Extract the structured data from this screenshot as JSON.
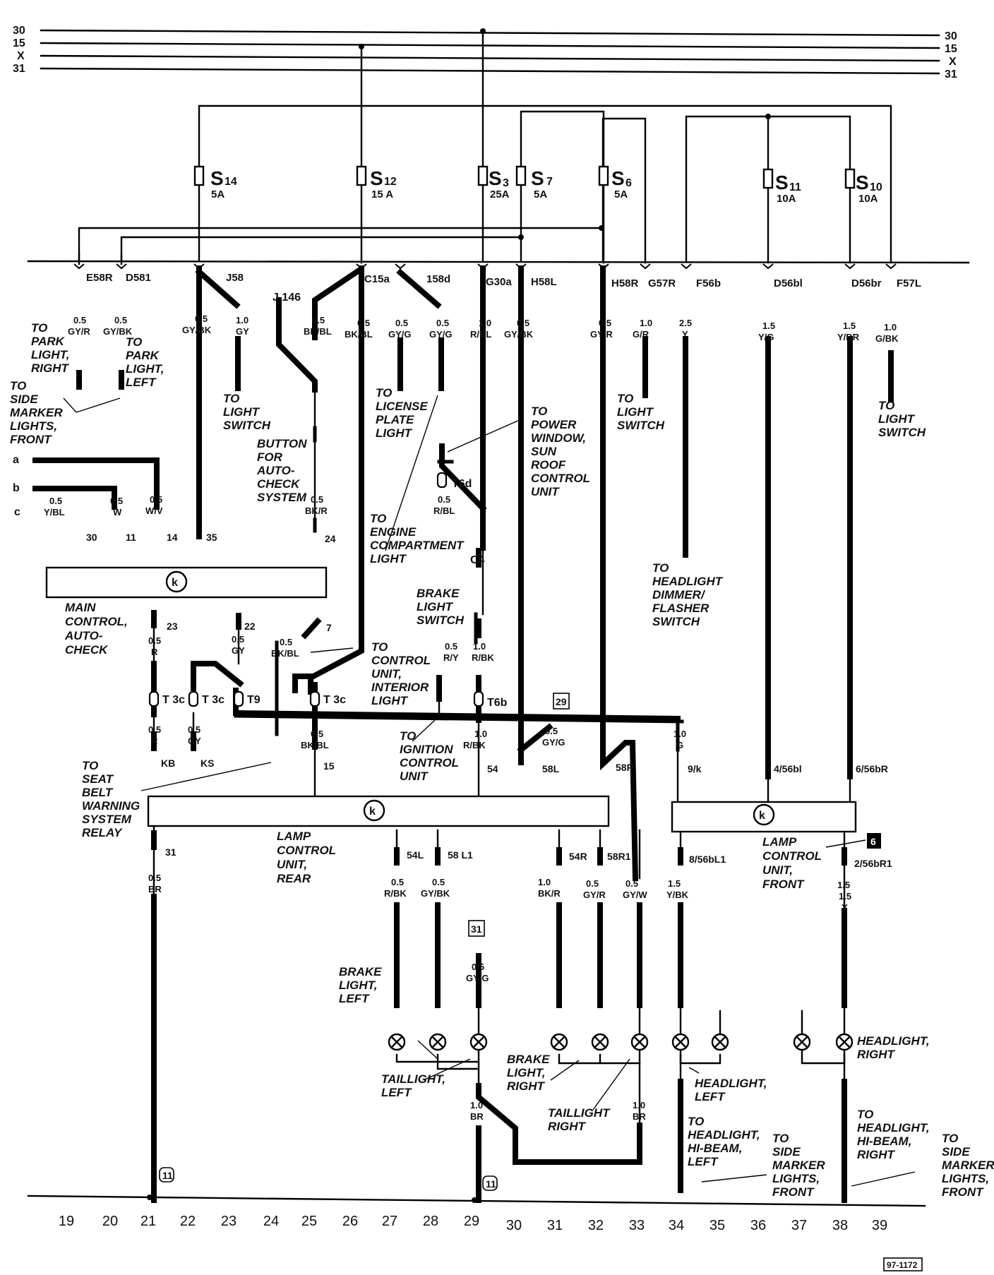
{
  "bus_rails": [
    {
      "id": "30",
      "left": "30",
      "right": "30"
    },
    {
      "id": "15",
      "left": "15",
      "right": "15"
    },
    {
      "id": "X",
      "left": "X",
      "right": "X"
    },
    {
      "id": "31",
      "left": "31",
      "right": "31"
    }
  ],
  "fuses": [
    {
      "name": "S",
      "num": "14",
      "amp": "5A"
    },
    {
      "name": "S",
      "num": "12",
      "amp": "15 A"
    },
    {
      "name": "S",
      "num": "3",
      "amp": "25A"
    },
    {
      "name": "S",
      "num": "7",
      "amp": "5A"
    },
    {
      "name": "S",
      "num": "6",
      "amp": "5A"
    },
    {
      "name": "S",
      "num": "11",
      "amp": "10A"
    },
    {
      "name": "S",
      "num": "10",
      "amp": "10A"
    }
  ],
  "connector_codes": [
    "E58R",
    "D581",
    "J58",
    "C15a",
    "158d",
    "G30a",
    "H58L",
    "H58R",
    "G57R",
    "F56b",
    "D56bl",
    "D56br",
    "F57L"
  ],
  "wire_specs": [
    {
      "gauge": "0.5",
      "color": "GY/R"
    },
    {
      "gauge": "0.5",
      "color": "GY/BK"
    },
    {
      "gauge": "0.5",
      "color": "GY/BK"
    },
    {
      "gauge": "1.0",
      "color": "GY"
    },
    {
      "gauge": "0.5",
      "color": "BK/BL"
    },
    {
      "gauge": "0.5",
      "color": "BK/BL"
    },
    {
      "gauge": "0.5",
      "color": "GY/G"
    },
    {
      "gauge": "0.5",
      "color": "GY/G"
    },
    {
      "gauge": "1.0",
      "color": "R/BL"
    },
    {
      "gauge": "0.5",
      "color": "GY/BK"
    },
    {
      "gauge": "0.5",
      "color": "GY/R"
    },
    {
      "gauge": "1.0",
      "color": "G/R"
    },
    {
      "gauge": "2.5",
      "color": "Y"
    },
    {
      "gauge": "1.5",
      "color": "Y/G"
    },
    {
      "gauge": "1.5",
      "color": "Y/BR"
    },
    {
      "gauge": "1.0",
      "color": "G/BK"
    },
    {
      "gauge": "0.5",
      "color": "Y/BL"
    },
    {
      "gauge": "0.5",
      "color": "W"
    },
    {
      "gauge": "0.5",
      "color": "W/V"
    },
    {
      "gauge": "0.5",
      "color": "BK/R"
    },
    {
      "gauge": "0.5",
      "color": "R/BL"
    },
    {
      "gauge": "0.5",
      "color": "R"
    },
    {
      "gauge": "0.5",
      "color": "GY"
    },
    {
      "gauge": "0.5",
      "color": "BK/BL"
    },
    {
      "gauge": "0.5",
      "color": "R/Y"
    },
    {
      "gauge": "1.0",
      "color": "R/BK"
    },
    {
      "gauge": "0.5",
      "color": "R"
    },
    {
      "gauge": "0.5",
      "color": "GY"
    },
    {
      "gauge": "0.5",
      "color": "BK/BL"
    },
    {
      "gauge": "1.0",
      "color": "R/BK"
    },
    {
      "gauge": "0.5",
      "color": "GY/G"
    },
    {
      "gauge": "1.0",
      "color": "G"
    },
    {
      "gauge": "0.5",
      "color": "BR"
    },
    {
      "gauge": "0.5",
      "color": "R/BK"
    },
    {
      "gauge": "0.5",
      "color": "GY/BK"
    },
    {
      "gauge": "1.0",
      "color": "BK/R"
    },
    {
      "gauge": "0.5",
      "color": "GY/R"
    },
    {
      "gauge": "0.5",
      "color": "GY/W"
    },
    {
      "gauge": "1.5",
      "color": "Y/BK"
    },
    {
      "gauge": "1.5",
      "color": "Y"
    },
    {
      "gauge": "0.5",
      "color": "GY/G"
    },
    {
      "gauge": "1.0",
      "color": "BR"
    },
    {
      "gauge": "1.0",
      "color": "BR"
    }
  ],
  "pins": [
    "30",
    "11",
    "14",
    "35",
    "24",
    "23",
    "22",
    "7",
    "KB",
    "KS",
    "15",
    "54",
    "58L",
    "58R",
    "9/k",
    "4/56bl",
    "6/56bR",
    "31",
    "54L",
    "58 L1",
    "54R",
    "58R1",
    "8/56bL1",
    "2/56bR1"
  ],
  "input_lines": [
    "a",
    "b",
    "c"
  ],
  "connectors": [
    "T 3c",
    "T 3c",
    "T9",
    "T 3c",
    "T6d",
    "T6b"
  ],
  "components": {
    "j146": "J 146",
    "c4": "C4",
    "main_control": [
      "MAIN",
      "CONTROL,",
      "AUTO-",
      "CHECK"
    ],
    "lamp_rear": [
      "LAMP",
      "CONTROL",
      "UNIT,",
      "REAR"
    ],
    "lamp_front": [
      "LAMP",
      "CONTROL",
      "UNIT,",
      "FRONT"
    ]
  },
  "annotations": [
    [
      "TO",
      "PARK",
      "LIGHT,",
      "RIGHT"
    ],
    [
      "TO",
      "PARK",
      "LIGHT,",
      "LEFT"
    ],
    [
      "TO",
      "SIDE",
      "MARKER",
      "LIGHTS,",
      "FRONT"
    ],
    [
      "TO",
      "LIGHT",
      "SWITCH"
    ],
    [
      "BUTTON",
      "FOR",
      "AUTO-",
      "CHECK",
      "SYSTEM"
    ],
    [
      "TO",
      "LICENSE",
      "PLATE",
      "LIGHT"
    ],
    [
      "TO",
      "POWER",
      "WINDOW,",
      "SUN",
      "ROOF",
      "CONTROL",
      "UNIT"
    ],
    [
      "TO",
      "LIGHT",
      "SWITCH"
    ],
    [
      "TO",
      "LIGHT",
      "SWITCH"
    ],
    [
      "TO",
      "ENGINE",
      "COMPARTMENT",
      "LIGHT"
    ],
    [
      "BRAKE",
      "LIGHT",
      "SWITCH"
    ],
    [
      "TO",
      "HEADLIGHT",
      "DIMMER/",
      "FLASHER",
      "SWITCH"
    ],
    [
      "TO",
      "CONTROL",
      "UNIT,",
      "INTERIOR",
      "LIGHT"
    ],
    [
      "TO",
      "IGNITION",
      "CONTROL",
      "UNIT"
    ],
    [
      "TO",
      "SEAT",
      "BELT",
      "WARNING",
      "SYSTEM",
      "RELAY"
    ],
    [
      "BRAKE",
      "LIGHT,",
      "LEFT"
    ],
    [
      "TAILLIGHT,",
      "LEFT"
    ],
    [
      "BRAKE",
      "LIGHT,",
      "RIGHT"
    ],
    [
      "TAILLIGHT",
      "RIGHT"
    ],
    [
      "HEADLIGHT,",
      "LEFT"
    ],
    [
      "HEADLIGHT,",
      "RIGHT"
    ],
    [
      "TO",
      "HEADLIGHT,",
      "HI-BEAM,",
      "LEFT"
    ],
    [
      "TO",
      "SIDE",
      "MARKER",
      "LIGHTS,",
      "FRONT"
    ],
    [
      "TO",
      "HEADLIGHT,",
      "HI-BEAM,",
      "RIGHT"
    ],
    [
      "TO",
      "SIDE",
      "MARKER",
      "LIGHTS,",
      "FRONT"
    ]
  ],
  "box_refs": [
    "29",
    "31",
    "6"
  ],
  "ground_refs": [
    "11",
    "11"
  ],
  "column_numbers": [
    "19",
    "20",
    "21",
    "22",
    "23",
    "24",
    "25",
    "26",
    "27",
    "28",
    "29",
    "30",
    "31",
    "32",
    "33",
    "34",
    "35",
    "36",
    "37",
    "38",
    "39"
  ],
  "diagram_id": "97-1172"
}
